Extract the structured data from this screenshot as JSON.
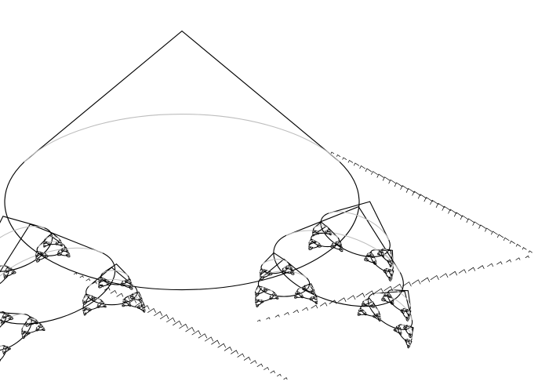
{
  "figure": {
    "kind": "recursive-fractal-line-drawing",
    "background": "#ffffff",
    "stroke_primary": "#000000",
    "stroke_secondary": "#bdbdbd",
    "recursion_depth": 6,
    "branch_scale": 0.38
  }
}
